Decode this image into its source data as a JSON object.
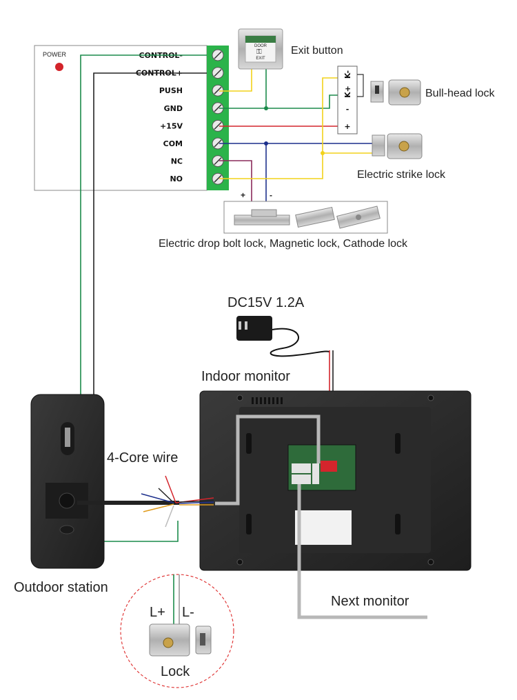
{
  "power_box": {
    "power_label": "POWER",
    "terminals": [
      "CONTROL-",
      "CONTROL+",
      "PUSH",
      "GND",
      "+15V",
      "COM",
      "NC",
      "NO"
    ]
  },
  "labels": {
    "exit_button": "Exit button",
    "exit_button_face_top": "DOOR",
    "exit_button_face_bottom": "EXIT",
    "bull_head_lock": "Bull-head lock",
    "electric_strike_lock": "Electric strike lock",
    "drop_bolt_caption": "Electric drop bolt lock, Magnetic lock, Cathode lock",
    "drop_plus": "+",
    "drop_minus": "-",
    "dc_supply": "DC15V 1.2A",
    "indoor_monitor": "Indoor monitor",
    "four_core": "4-Core wire",
    "outdoor_station": "Outdoor station",
    "next_monitor": "Next monitor",
    "lock": "Lock",
    "l_plus": "L+",
    "l_minus": "L-"
  },
  "bull_terminals": [
    "K-",
    "K+",
    "-",
    "+"
  ],
  "colors": {
    "green_wire": "#1a8a4a",
    "black_wire": "#222222",
    "yellow_wire": "#f2d21a",
    "red_wire": "#d4252c",
    "blue_wire": "#1c2f8c",
    "purple_wire": "#8a2a5a",
    "terminal_green": "#2bb34a",
    "cable_gray": "#b8b8b8",
    "dashed_red": "#e03a3a"
  }
}
